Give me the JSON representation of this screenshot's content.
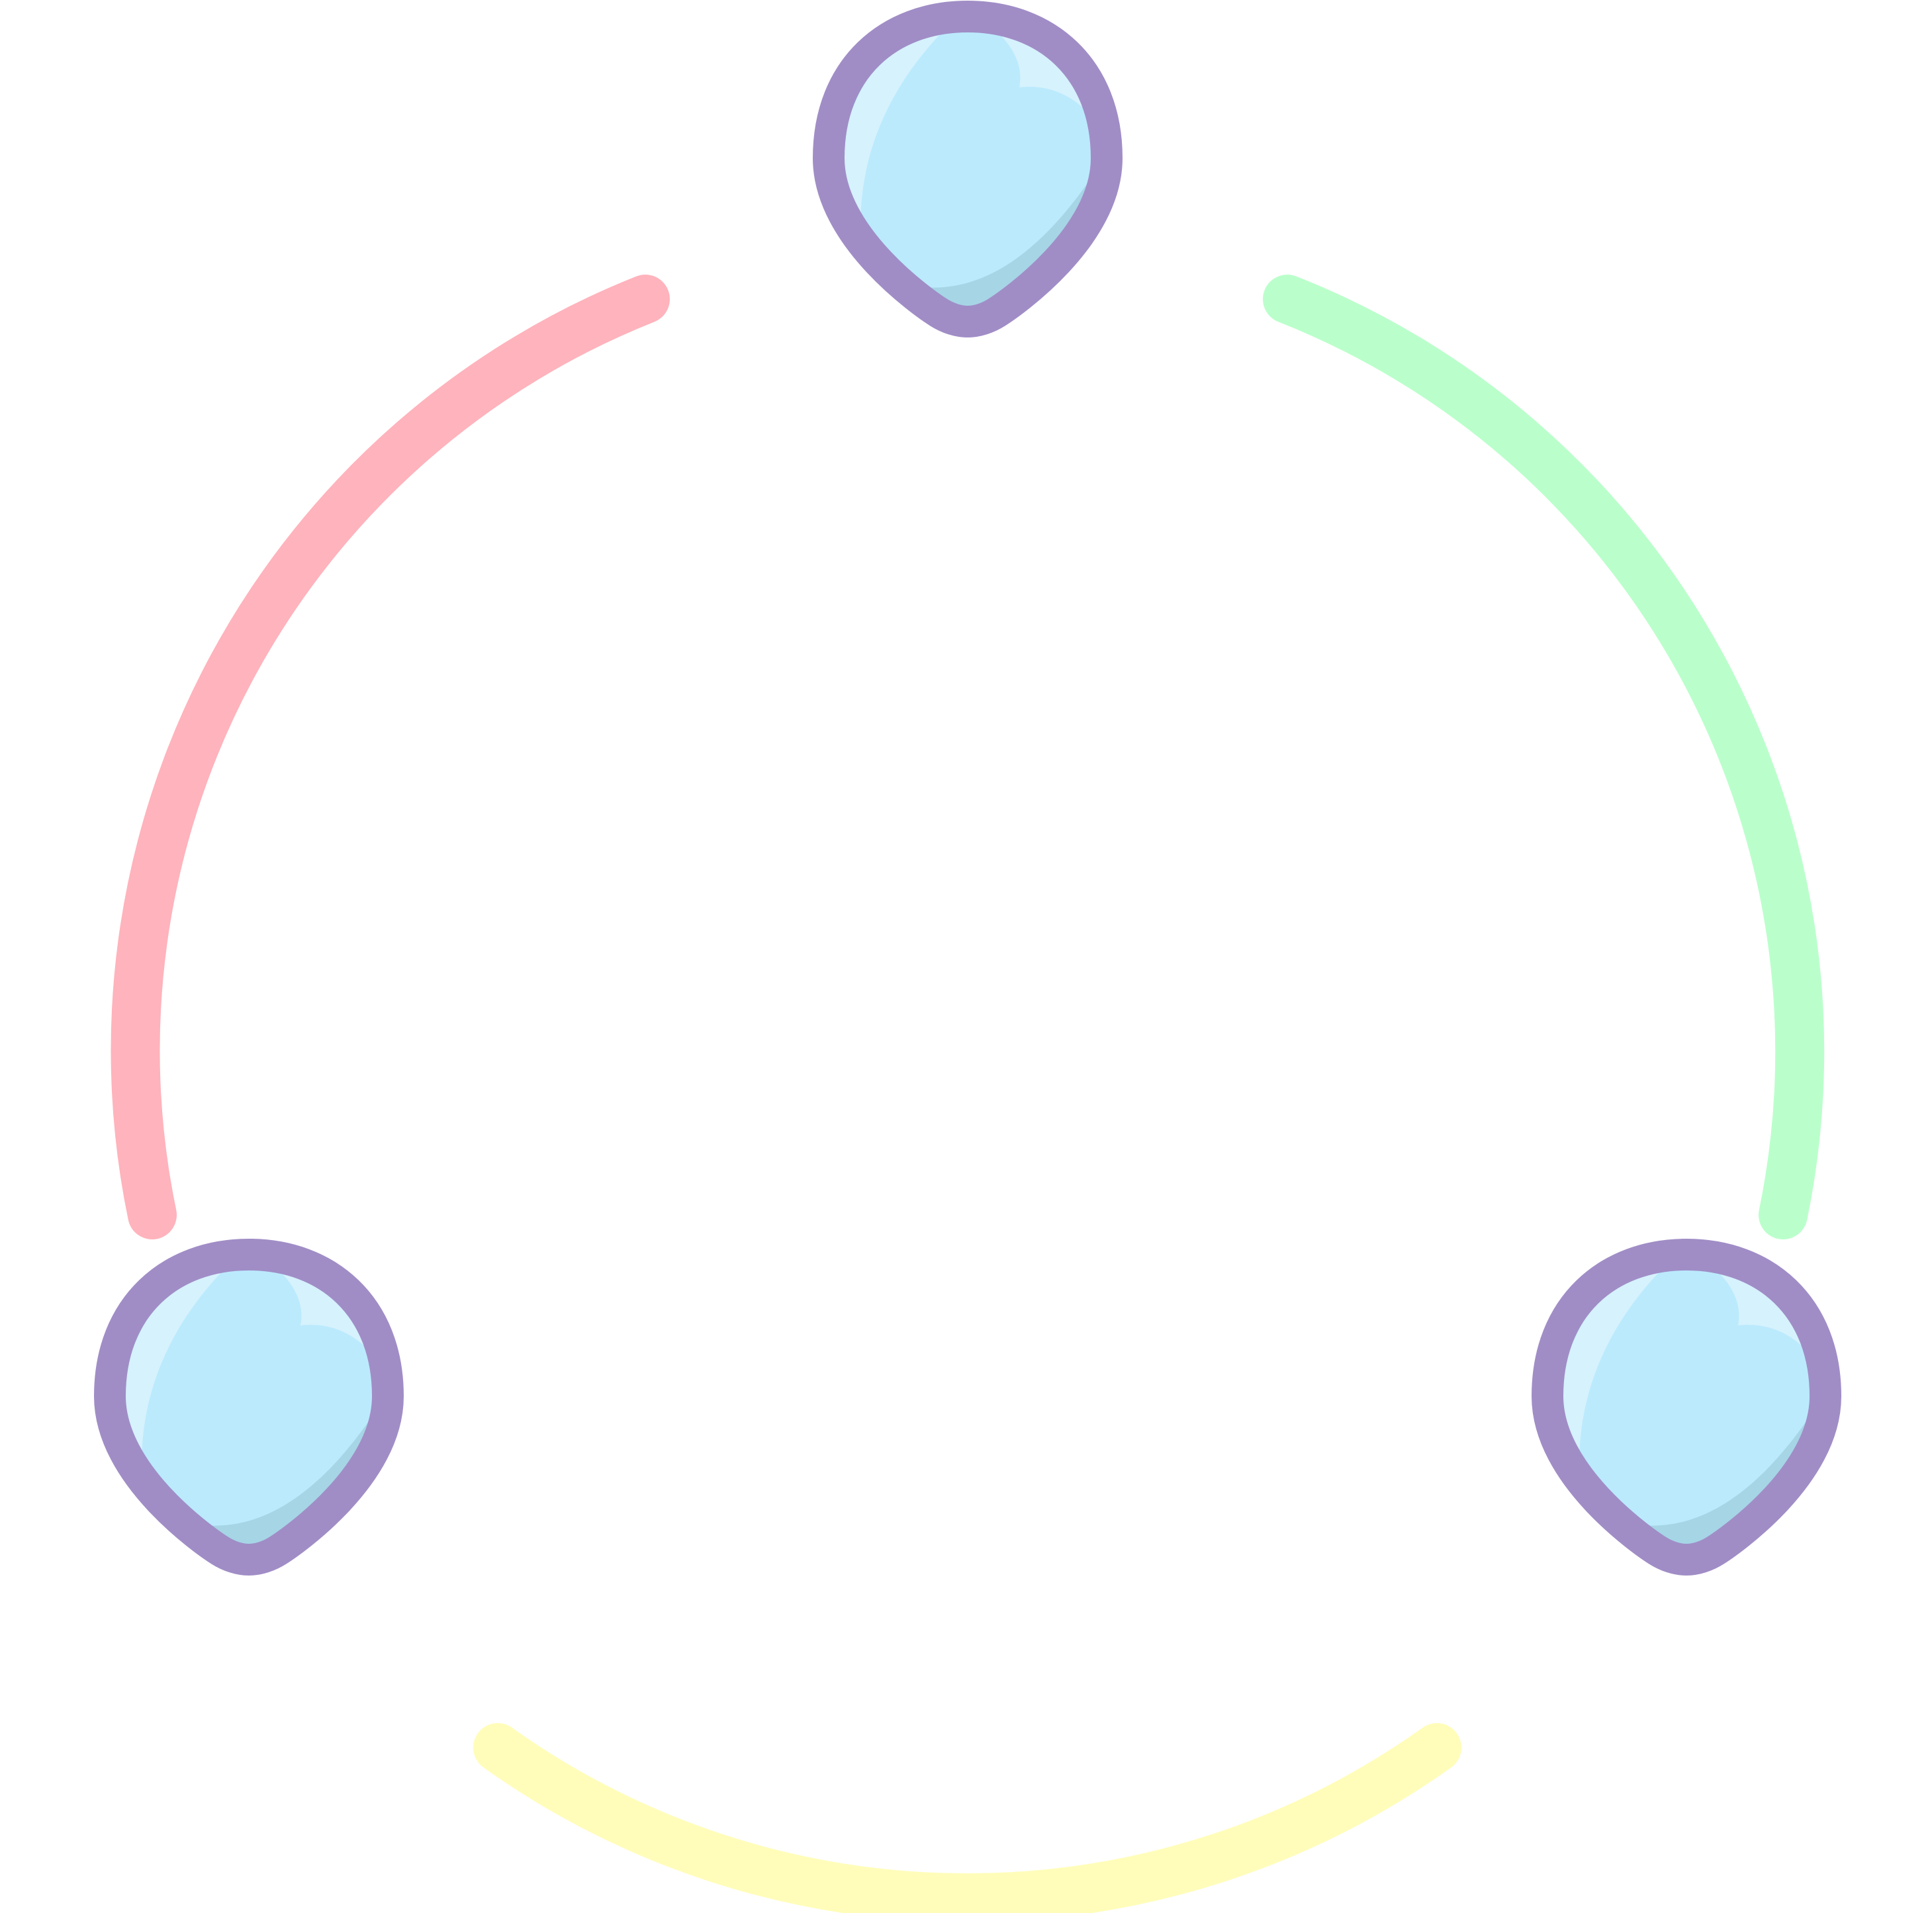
{
  "palette": {
    "background": "#ffffff",
    "node_outline": "#a08dc6",
    "node_fill": "#bbeafd",
    "node_highlight": "#d6f2fd",
    "node_shade": "#a6d5e6",
    "arc_left": "#ffb3bc",
    "arc_right": "#baffcb",
    "arc_bottom": "#fffdb9"
  },
  "icon": {
    "name": "cycle-icon",
    "nodes": [
      {
        "name": "node-top",
        "icon": "drop-node-icon"
      },
      {
        "name": "node-bottom-left",
        "icon": "drop-node-icon"
      },
      {
        "name": "node-bottom-right",
        "icon": "drop-node-icon"
      }
    ],
    "arcs": [
      {
        "name": "arc-left",
        "color_key": "arc_left"
      },
      {
        "name": "arc-right",
        "color_key": "arc_right"
      },
      {
        "name": "arc-bottom",
        "color_key": "arc_bottom"
      }
    ]
  }
}
